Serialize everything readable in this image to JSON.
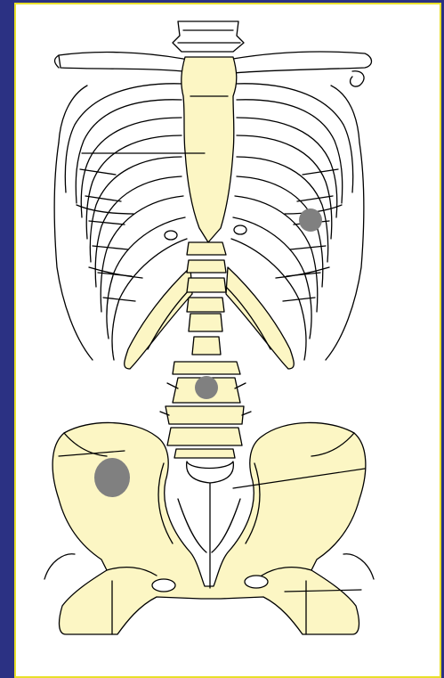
{
  "figure": {
    "subject": "skeleton-torso-illustration",
    "colors": {
      "background": "#2b3183",
      "panel": "#ffffff",
      "panel_border": "#e8e02a",
      "bone_fill": "#fcf6c4",
      "outline": "#000000",
      "lesion": "#808080"
    },
    "lesion_sites": [
      "left-rib",
      "lumbar-vertebra",
      "right-iliac-crest"
    ]
  }
}
